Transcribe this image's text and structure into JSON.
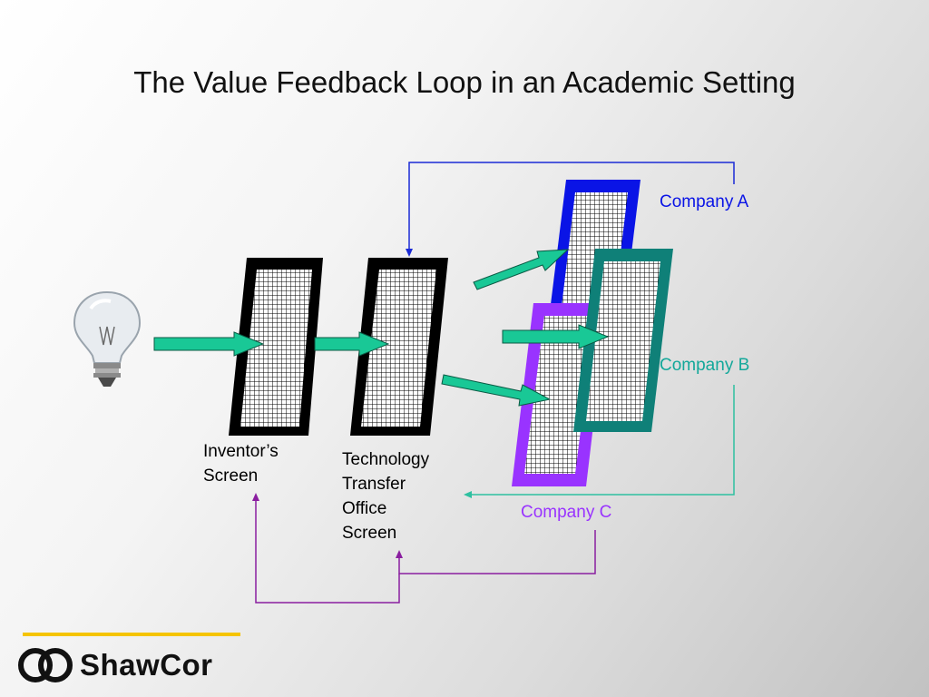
{
  "slide": {
    "title": "The Value Feedback Loop in an Academic Setting"
  },
  "labels": {
    "inventor_line1": "Inventor’s",
    "inventor_line2": "Screen",
    "tto_line1": "Technology",
    "tto_line2": "Transfer",
    "tto_line3": "Office",
    "tto_line4": "Screen",
    "company_a": "Company A",
    "company_b": "Company B",
    "company_c": "Company C"
  },
  "colors": {
    "company_a": "#0a14e6",
    "company_b": "#0f8078",
    "company_c": "#9933ff",
    "arrow_fill": "#19c896",
    "feedback_a": "#1a2ad6",
    "feedback_b": "#2ec0a0",
    "feedback_c": "#8a1ea0",
    "logo_bar": "#f5c400"
  },
  "icons": {
    "idea": "lightbulb-icon",
    "logo": "shawcor-logo"
  },
  "logo": {
    "text": "ShawCor"
  }
}
